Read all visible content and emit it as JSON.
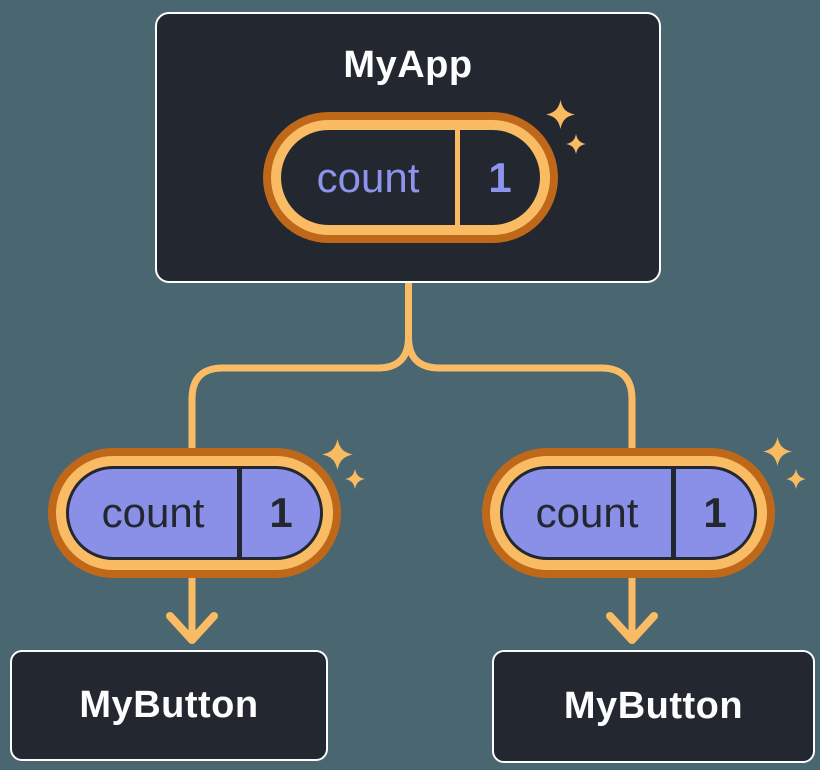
{
  "tree": {
    "root": {
      "title": "MyApp",
      "state": {
        "label": "count",
        "value": "1"
      }
    },
    "children": [
      {
        "title": "MyButton",
        "prop": {
          "label": "count",
          "value": "1"
        }
      },
      {
        "title": "MyButton",
        "prop": {
          "label": "count",
          "value": "1"
        }
      }
    ]
  },
  "icons": {
    "sparkle": "sparkle-icon"
  },
  "colors": {
    "background": "#4A6670",
    "node_fill": "#23272F",
    "node_border": "#FCFDFE",
    "pill_ring_outer": "#C0681A",
    "pill_ring_inner": "#F9BC64",
    "pill_fill_child": "#8A90E8",
    "pill_text_root": "#8C94EE",
    "pill_text_child": "#23272F",
    "connector": "#F9BC64",
    "sparkle": "#F8BB60"
  }
}
